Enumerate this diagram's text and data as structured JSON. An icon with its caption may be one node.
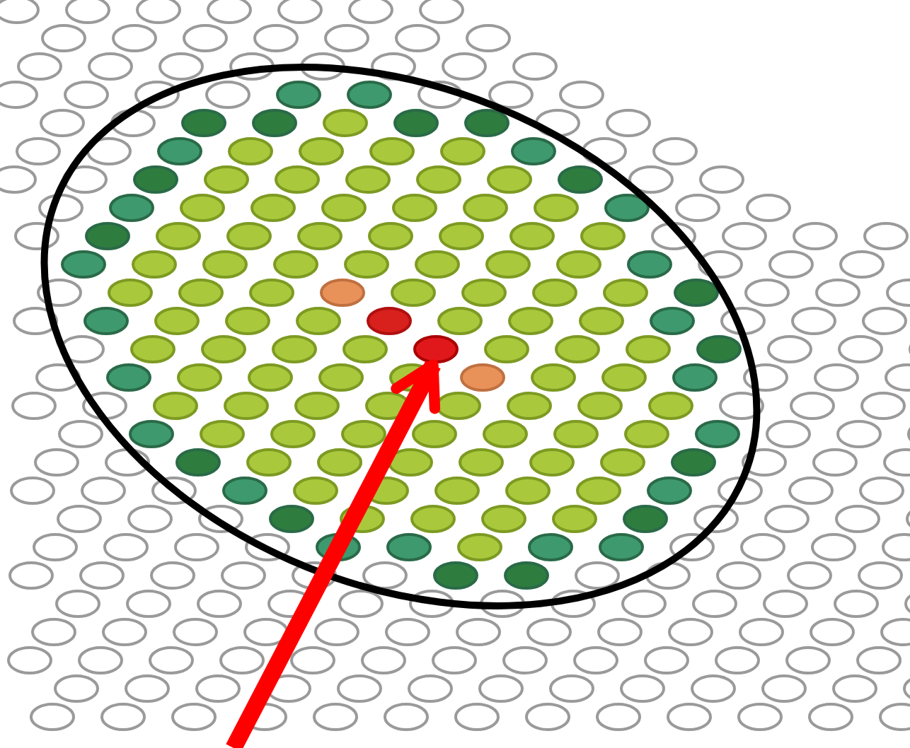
{
  "diagram": {
    "nodes": [
      {
        "text": [],
        "shape": "ellipse"
      },
      {
        "text": [],
        "shape": "circle",
        "in": 0
      }
    ],
    "edges": [
      {
        "from": null,
        "to": 1,
        "arrow": "to"
      }
    ]
  }
}
